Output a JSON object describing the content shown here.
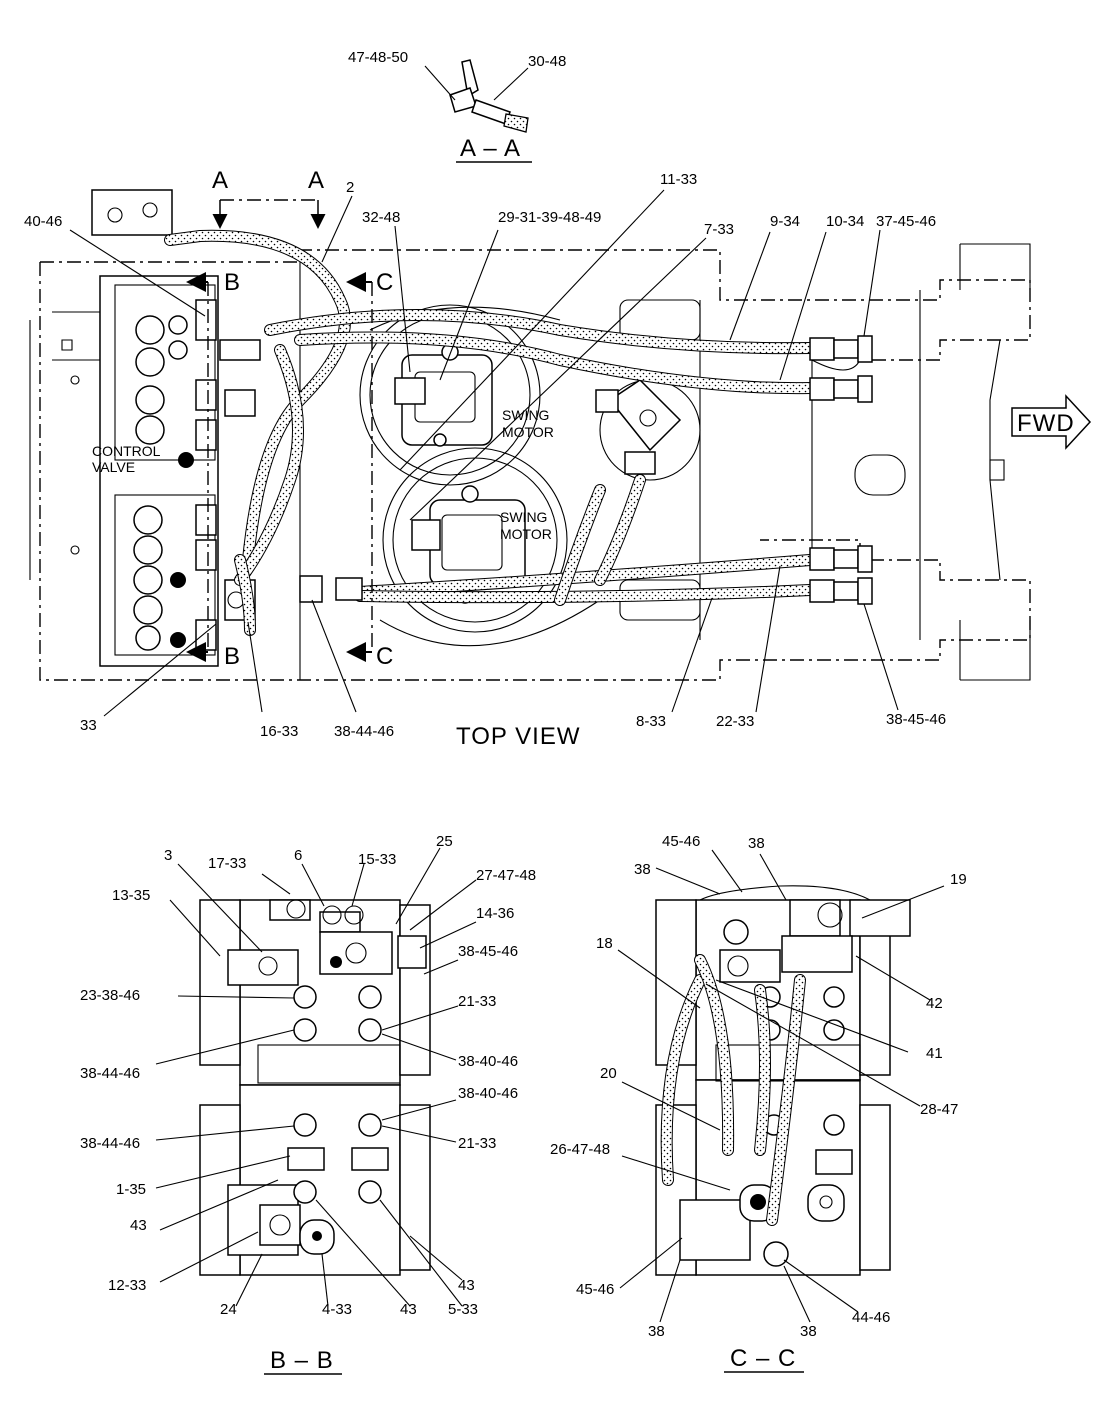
{
  "views": {
    "aa": {
      "title": "A – A",
      "labels": [
        "47-48-50",
        "30-48"
      ]
    },
    "top": {
      "title": "TOP  VIEW",
      "section_marks": [
        "A",
        "A",
        "B",
        "B",
        "C",
        "C"
      ],
      "fwd": "FWD",
      "control_valve": [
        "CONTROL",
        "VALVE"
      ],
      "swing_motor": [
        "SWING",
        "MOTOR"
      ],
      "labels": [
        "2",
        "11-33",
        "40-46",
        "32-48",
        "29-31-39-48-49",
        "7-33",
        "9-34",
        "10-34",
        "37-45-46",
        "33",
        "16-33",
        "38-44-46",
        "8-33",
        "22-33",
        "38-45-46"
      ]
    },
    "bb": {
      "title": "B – B",
      "labels": [
        "3",
        "17-33",
        "6",
        "15-33",
        "25",
        "13-35",
        "27-47-48",
        "14-36",
        "38-45-46",
        "23-38-46",
        "21-33",
        "38-44-46",
        "38-40-46",
        "38-40-46",
        "38-44-46",
        "21-33",
        "1-35",
        "43",
        "12-33",
        "24",
        "4-33",
        "43",
        "5-33",
        "43"
      ]
    },
    "cc": {
      "title": "C – C",
      "labels": [
        "45-46",
        "38",
        "38",
        "19",
        "18",
        "42",
        "41",
        "28-47",
        "20",
        "26-47-48",
        "45-46",
        "38",
        "38",
        "44-46"
      ]
    }
  }
}
